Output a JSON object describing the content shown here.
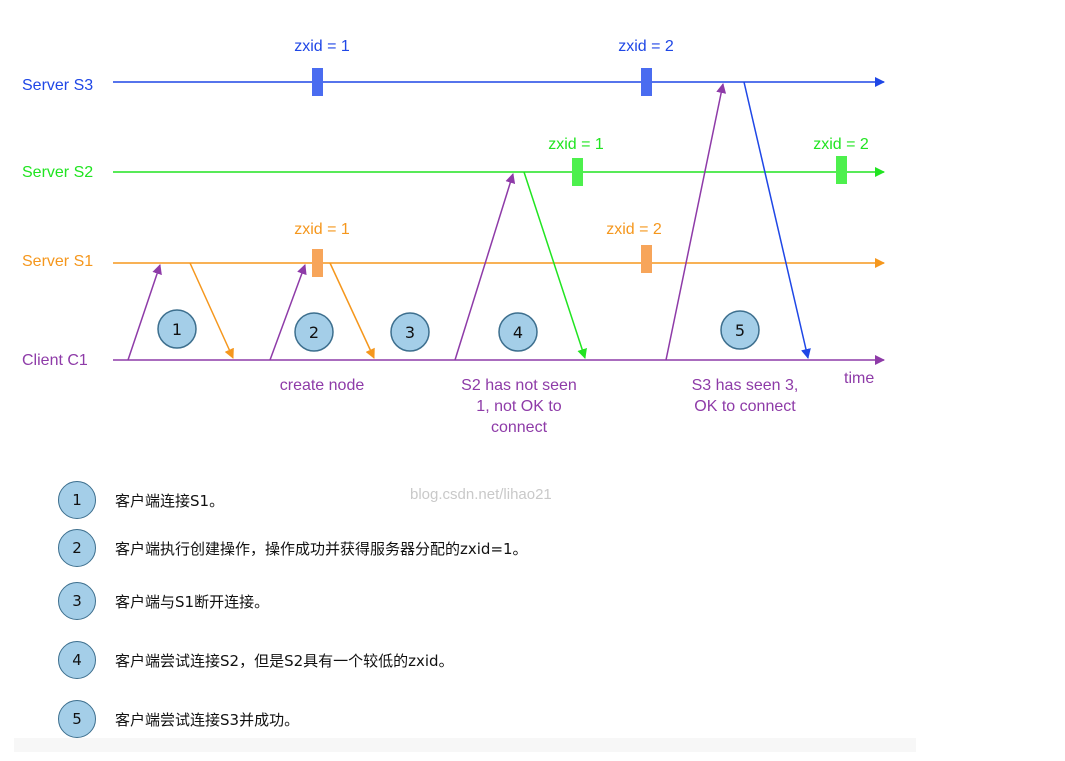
{
  "colors": {
    "s3": "#1f47e6",
    "s3_marker": "#4a6cf0",
    "s2": "#21e421",
    "s2_marker": "#4df04d",
    "s1": "#f5971d",
    "s1_marker": "#f7a55a",
    "client": "#8e3ba8",
    "badge_fill": "#a4cee8",
    "badge_border": "#3d6f8e"
  },
  "timelines": [
    {
      "id": "s3",
      "label": "Server S3"
    },
    {
      "id": "s2",
      "label": "Server S2"
    },
    {
      "id": "s1",
      "label": "Server S1"
    },
    {
      "id": "client",
      "label": "Client C1"
    }
  ],
  "time_label": "time",
  "zxid_labels": [
    {
      "line": "s3",
      "text": "zxid = 1"
    },
    {
      "line": "s3",
      "text": "zxid = 2"
    },
    {
      "line": "s2",
      "text": "zxid = 1"
    },
    {
      "line": "s2",
      "text": "zxid = 2"
    },
    {
      "line": "s1",
      "text": "zxid = 1"
    },
    {
      "line": "s1",
      "text": "zxid = 2"
    }
  ],
  "step_badges": [
    "1",
    "2",
    "3",
    "4",
    "5"
  ],
  "annotations": {
    "create_node": "create node",
    "s2_not_seen": [
      "S2 has not seen",
      "1, not OK to",
      "connect"
    ],
    "s3_seen": [
      "S3 has seen 3,",
      "OK to connect"
    ]
  },
  "watermark": "blog.csdn.net/lihao21",
  "legend": [
    {
      "num": "1",
      "text": "客户端连接S1。"
    },
    {
      "num": "2",
      "text": "客户端执行创建操作，操作成功并获得服务器分配的zxid=1。"
    },
    {
      "num": "3",
      "text": "客户端与S1断开连接。"
    },
    {
      "num": "4",
      "text": "客户端尝试连接S2，但是S2具有一个较低的zxid。"
    },
    {
      "num": "5",
      "text": "客户端尝试连接S3并成功。"
    }
  ]
}
